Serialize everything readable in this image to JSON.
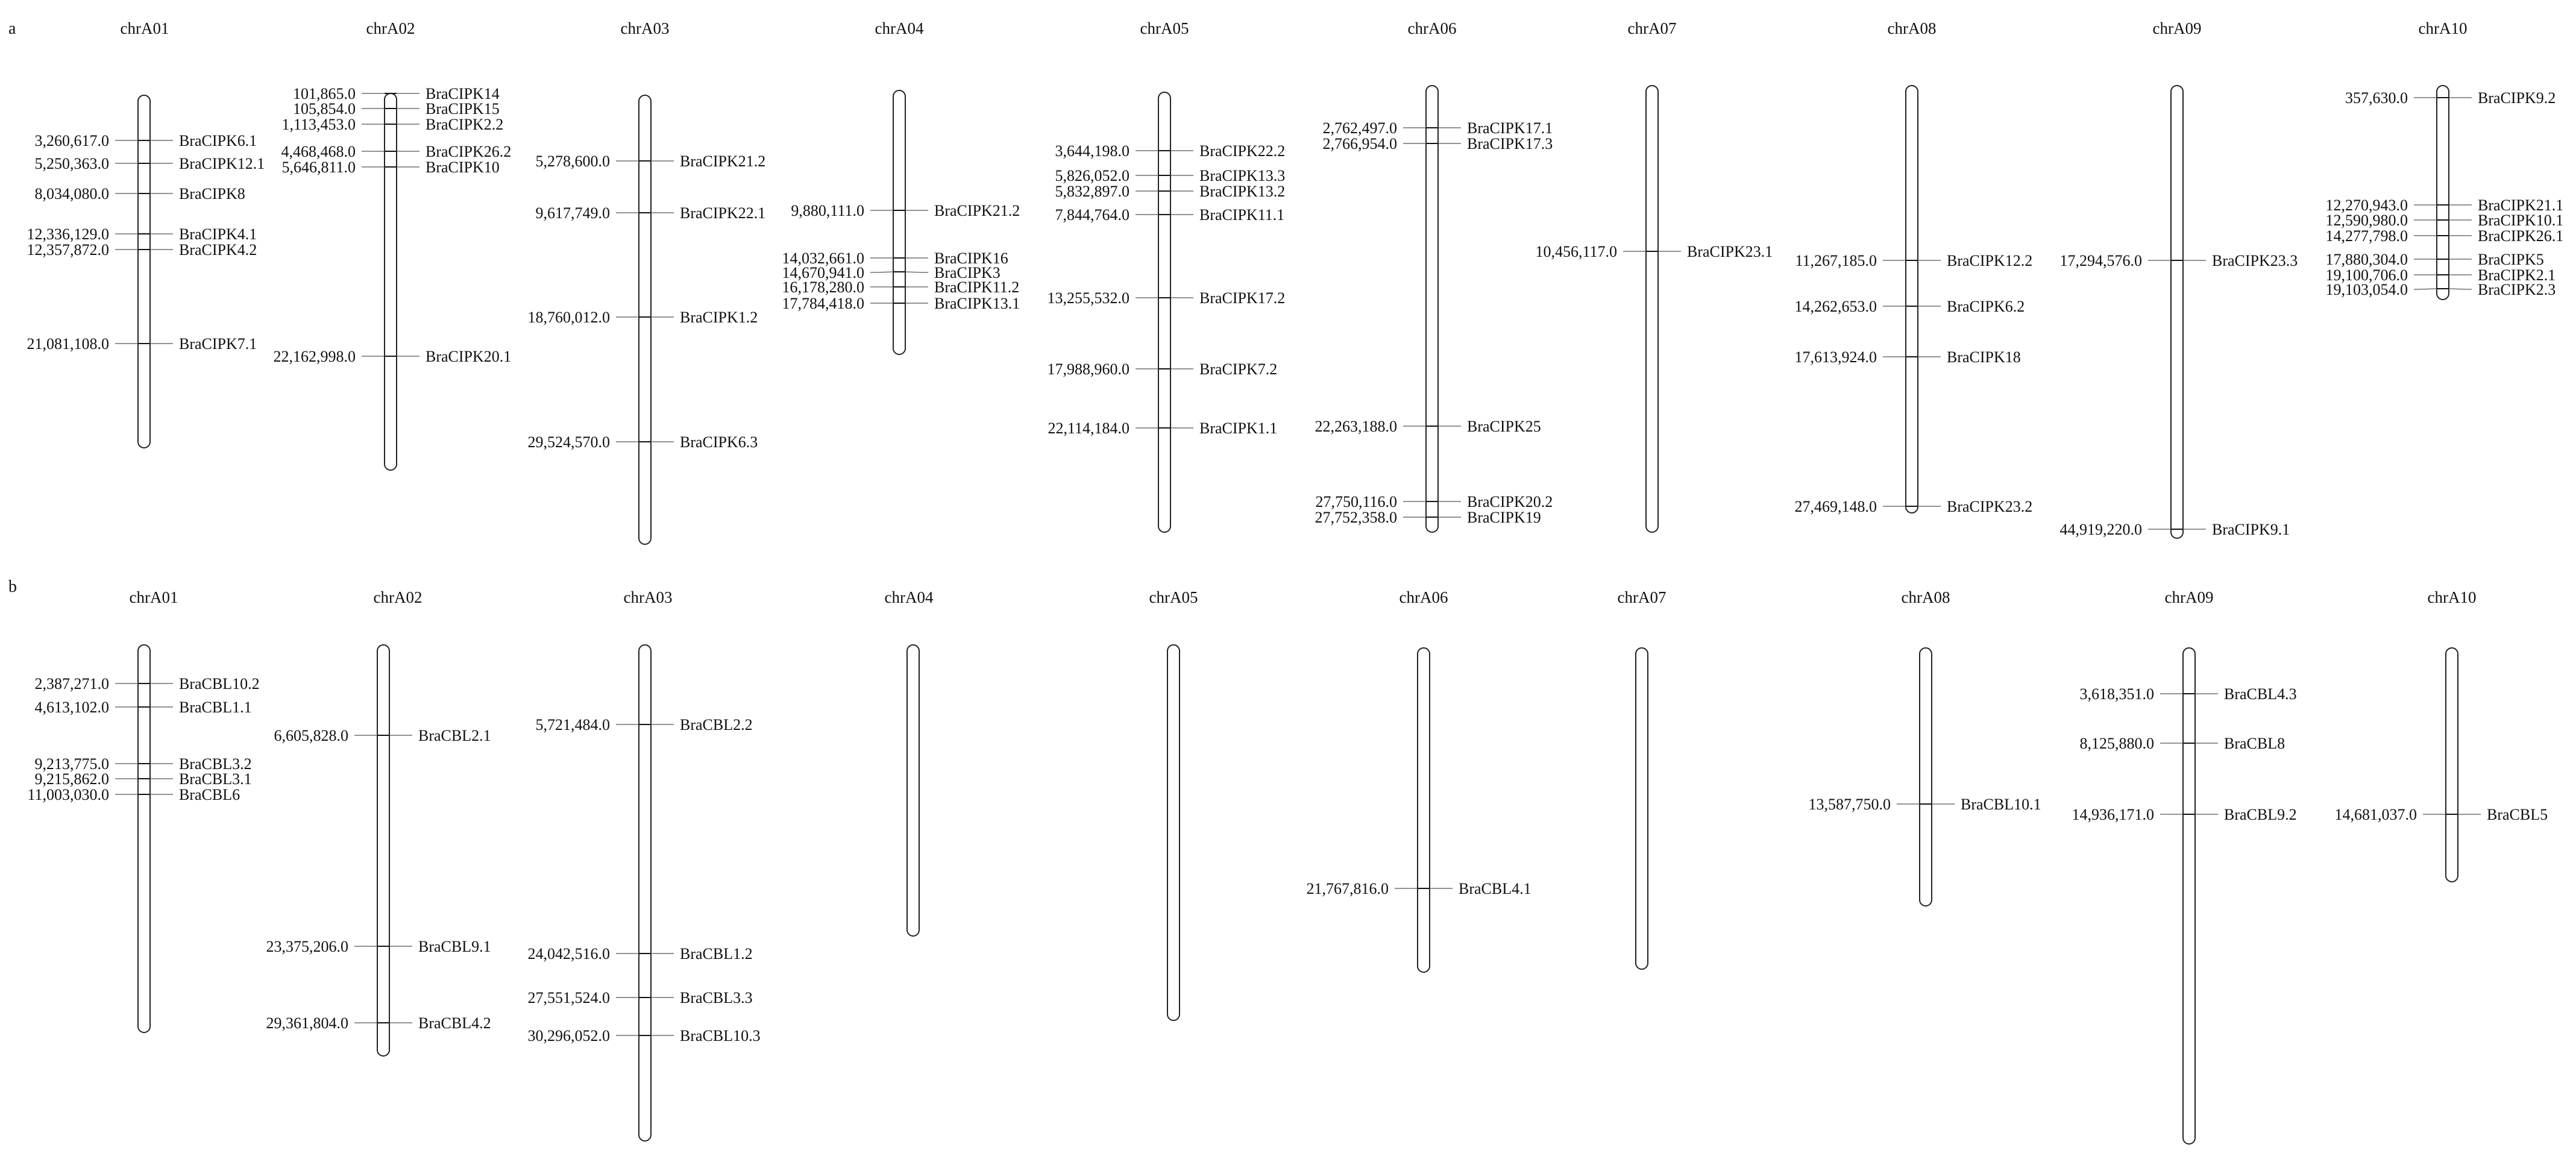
{
  "panels": [
    {
      "label": "a",
      "chromosomes": [
        {
          "name": "chrA01",
          "genes": [
            {
              "pos": "3,260,617.0",
              "gene": "BraCIPK6.1"
            },
            {
              "pos": "5,250,363.0",
              "gene": "BraCIPK12.1"
            },
            {
              "pos": "8,034,080.0",
              "gene": "BraCIPK8"
            },
            {
              "pos": "12,336,129.0",
              "gene": "BraCIPK4.1"
            },
            {
              "pos": "12,357,872.0",
              "gene": "BraCIPK4.2"
            },
            {
              "pos": "21,081,108.0",
              "gene": "BraCIPK7.1"
            }
          ]
        },
        {
          "name": "chrA02",
          "genes": [
            {
              "pos": "101,865.0",
              "gene": "BraCIPK14"
            },
            {
              "pos": "105,854.0",
              "gene": "BraCIPK15"
            },
            {
              "pos": "1,113,453.0",
              "gene": "BraCIPK2.2"
            },
            {
              "pos": "4,468,468.0",
              "gene": "BraCIPK26.2"
            },
            {
              "pos": "5,646,811.0",
              "gene": "BraCIPK10"
            },
            {
              "pos": "22,162,998.0",
              "gene": "BraCIPK20.1"
            }
          ]
        },
        {
          "name": "chrA03",
          "genes": [
            {
              "pos": "5,278,600.0",
              "gene": "BraCIPK21.2"
            },
            {
              "pos": "9,617,749.0",
              "gene": "BraCIPK22.1"
            },
            {
              "pos": "18,760,012.0",
              "gene": "BraCIPK1.2"
            },
            {
              "pos": "29,524,570.0",
              "gene": "BraCIPK6.3"
            }
          ]
        },
        {
          "name": "chrA04",
          "genes": [
            {
              "pos": "9,880,111.0",
              "gene": "BraCIPK21.2"
            },
            {
              "pos": "14,032,661.0",
              "gene": "BraCIPK16"
            },
            {
              "pos": "14,670,941.0",
              "gene": "BraCIPK3"
            },
            {
              "pos": "16,178,280.0",
              "gene": "BraCIPK11.2"
            },
            {
              "pos": "17,784,418.0",
              "gene": "BraCIPK13.1"
            }
          ]
        },
        {
          "name": "chrA05",
          "genes": [
            {
              "pos": "3,644,198.0",
              "gene": "BraCIPK22.2"
            },
            {
              "pos": "5,826,052.0",
              "gene": "BraCIPK13.3"
            },
            {
              "pos": "5,832,897.0",
              "gene": "BraCIPK13.2"
            },
            {
              "pos": "7,844,764.0",
              "gene": "BraCIPK11.1"
            },
            {
              "pos": "13,255,532.0",
              "gene": "BraCIPK17.2"
            },
            {
              "pos": "17,988,960.0",
              "gene": "BraCIPK7.2"
            },
            {
              "pos": "22,114,184.0",
              "gene": "BraCIPK1.1"
            }
          ]
        },
        {
          "name": "chrA06",
          "genes": [
            {
              "pos": "2,762,497.0",
              "gene": "BraCIPK17.1"
            },
            {
              "pos": "2,766,954.0",
              "gene": "BraCIPK17.3"
            },
            {
              "pos": "22,263,188.0",
              "gene": "BraCIPK25"
            },
            {
              "pos": "27,750,116.0",
              "gene": "BraCIPK20.2"
            },
            {
              "pos": "27,752,358.0",
              "gene": "BraCIPK19"
            }
          ]
        },
        {
          "name": "chrA07",
          "genes": [
            {
              "pos": "10,456,117.0",
              "gene": "BraCIPK23.1"
            }
          ]
        },
        {
          "name": "chrA08",
          "genes": [
            {
              "pos": "11,267,185.0",
              "gene": "BraCIPK12.2"
            },
            {
              "pos": "14,262,653.0",
              "gene": "BraCIPK6.2"
            },
            {
              "pos": "17,613,924.0",
              "gene": "BraCIPK18"
            },
            {
              "pos": "27,469,148.0",
              "gene": "BraCIPK23.2"
            }
          ]
        },
        {
          "name": "chrA09",
          "genes": [
            {
              "pos": "17,294,576.0",
              "gene": "BraCIPK23.3"
            },
            {
              "pos": "44,919,220.0",
              "gene": "BraCIPK9.1"
            }
          ]
        },
        {
          "name": "chrA10",
          "genes": [
            {
              "pos": "357,630.0",
              "gene": "BraCIPK9.2"
            },
            {
              "pos": "12,270,943.0",
              "gene": "BraCIPK21.1"
            },
            {
              "pos": "12,590,980.0",
              "gene": "BraCIPK10.1"
            },
            {
              "pos": "14,277,798.0",
              "gene": "BraCIPK26.1"
            },
            {
              "pos": "17,880,304.0",
              "gene": "BraCIPK5"
            },
            {
              "pos": "19,100,706.0",
              "gene": "BraCIPK2.1"
            },
            {
              "pos": "19,103,054.0",
              "gene": "BraCIPK2.3"
            }
          ]
        }
      ]
    },
    {
      "label": "b",
      "chromosomes": [
        {
          "name": "chrA01",
          "genes": [
            {
              "pos": "2,387,271.0",
              "gene": "BraCBL10.2"
            },
            {
              "pos": "4,613,102.0",
              "gene": "BraCBL1.1"
            },
            {
              "pos": "9,213,775.0",
              "gene": "BraCBL3.2"
            },
            {
              "pos": "9,215,862.0",
              "gene": "BraCBL3.1"
            },
            {
              "pos": "11,003,030.0",
              "gene": "BraCBL6"
            }
          ]
        },
        {
          "name": "chrA02",
          "genes": [
            {
              "pos": "6,605,828.0",
              "gene": "BraCBL2.1"
            },
            {
              "pos": "23,375,206.0",
              "gene": "BraCBL9.1"
            },
            {
              "pos": "29,361,804.0",
              "gene": "BraCBL4.2"
            }
          ]
        },
        {
          "name": "chrA03",
          "genes": [
            {
              "pos": "5,721,484.0",
              "gene": "BraCBL2.2"
            },
            {
              "pos": "24,042,516.0",
              "gene": "BraCBL1.2"
            },
            {
              "pos": "27,551,524.0",
              "gene": "BraCBL3.3"
            },
            {
              "pos": "30,296,052.0",
              "gene": "BraCBL10.3"
            }
          ]
        },
        {
          "name": "chrA04",
          "genes": []
        },
        {
          "name": "chrA05",
          "genes": []
        },
        {
          "name": "chrA06",
          "genes": [
            {
              "pos": "21,767,816.0",
              "gene": "BraCBL4.1"
            }
          ]
        },
        {
          "name": "chrA07",
          "genes": []
        },
        {
          "name": "chrA08",
          "genes": [
            {
              "pos": "13,587,750.0",
              "gene": "BraCBL10.1"
            }
          ]
        },
        {
          "name": "chrA09",
          "genes": [
            {
              "pos": "3,618,351.0",
              "gene": "BraCBL4.3"
            },
            {
              "pos": "8,125,880.0",
              "gene": "BraCBL8"
            },
            {
              "pos": "14,936,171.0",
              "gene": "BraCBL9.2"
            }
          ]
        },
        {
          "name": "chrA10",
          "genes": [
            {
              "pos": "14,681,037.0",
              "gene": "BraCBL5"
            }
          ]
        }
      ]
    }
  ]
}
